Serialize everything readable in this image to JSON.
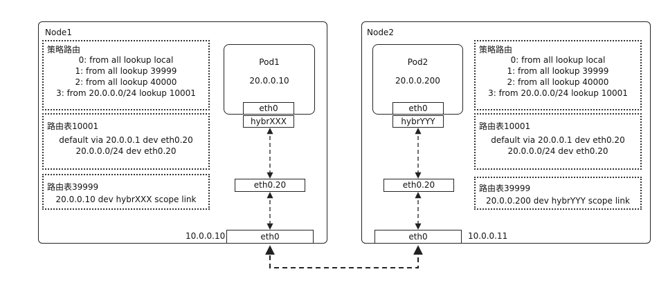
{
  "node1": {
    "title": "Node1",
    "ip": "10.0.0.10",
    "pod": {
      "name": "Pod1",
      "ip": "20.0.0.10",
      "eth": "eth0",
      "hybr": "hybrXXX"
    },
    "vlan_iface": "eth0.20",
    "host_iface": "eth0",
    "policy_routes": {
      "title": "策略路由",
      "lines": [
        "0: from all lookup local",
        "1: from all lookup 39999",
        "2: from all lookup 40000",
        "3: from 20.0.0.0/24 lookup 10001"
      ]
    },
    "table_10001": {
      "title": "路由表10001",
      "lines": [
        "default via 20.0.0.1 dev eth0.20",
        "20.0.0.0/24 dev eth0.20"
      ]
    },
    "table_39999": {
      "title": "路由表39999",
      "lines": [
        "20.0.0.10 dev hybrXXX scope link"
      ]
    }
  },
  "node2": {
    "title": "Node2",
    "ip": "10.0.0.11",
    "pod": {
      "name": "Pod2",
      "ip": "20.0.0.200",
      "eth": "eth0",
      "hybr": "hybrYYY"
    },
    "vlan_iface": "eth0.20",
    "host_iface": "eth0",
    "policy_routes": {
      "title": "策略路由",
      "lines": [
        "0: from all lookup local",
        "1: from all lookup 39999",
        "2: from all lookup 40000",
        "3: from 20.0.0.0/24 lookup 10001"
      ]
    },
    "table_10001": {
      "title": "路由表10001",
      "lines": [
        "default via 20.0.0.1 dev eth0.20",
        "20.0.0.0/24 dev eth0.20"
      ]
    },
    "table_39999": {
      "title": "路由表39999",
      "lines": [
        "20.0.0.200 dev hybrYYY scope link"
      ]
    }
  },
  "colors": {
    "line": "#222222",
    "background": "#ffffff"
  }
}
